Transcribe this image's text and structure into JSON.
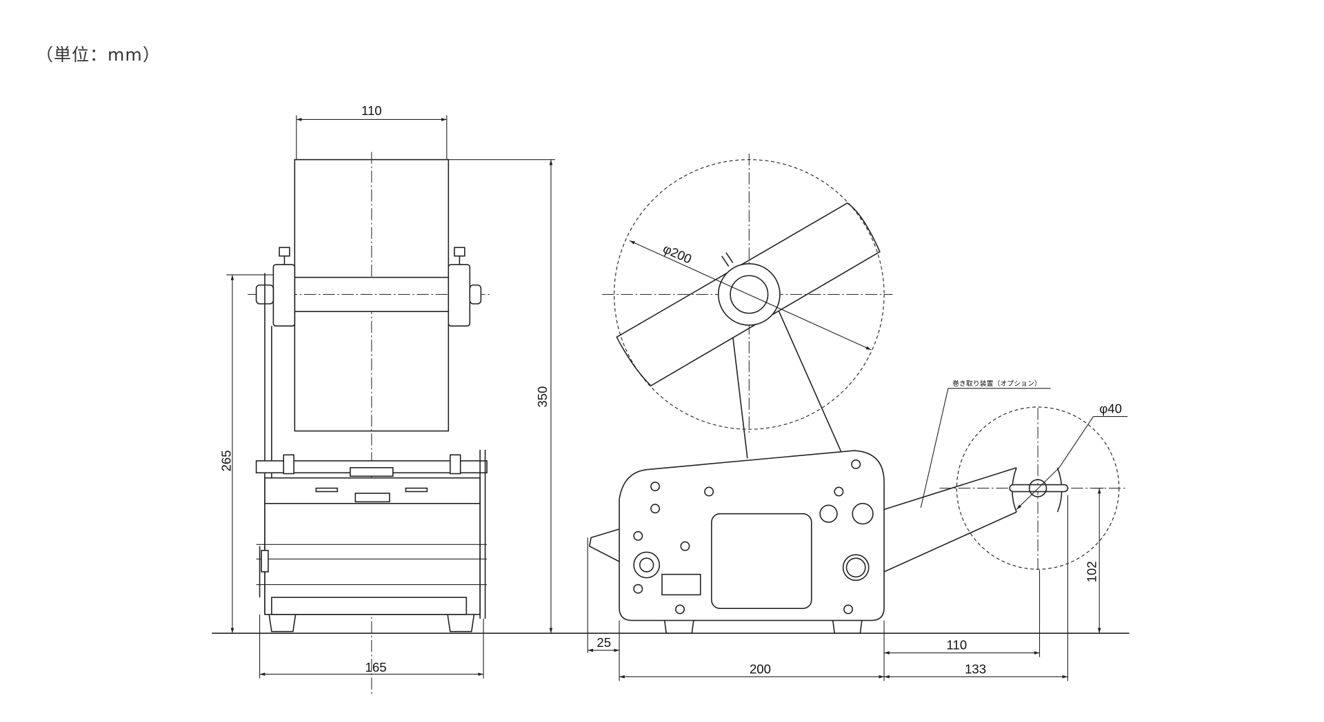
{
  "unit_label": "（単位：mm）",
  "side_view": {
    "dim_roll_width": "110",
    "dim_total_height": "350",
    "dim_shaft_height": "265",
    "dim_base_width": "165"
  },
  "front_view": {
    "dim_roll_diameter": "φ200",
    "dim_overhang": "25",
    "dim_body_length": "200",
    "dim_rewinder_center": "110",
    "dim_rewinder_extent": "133",
    "dim_rewinder_height": "102",
    "dim_rewinder_core": "φ40",
    "rewinder_label": "巻き取り装置（オプション）"
  }
}
